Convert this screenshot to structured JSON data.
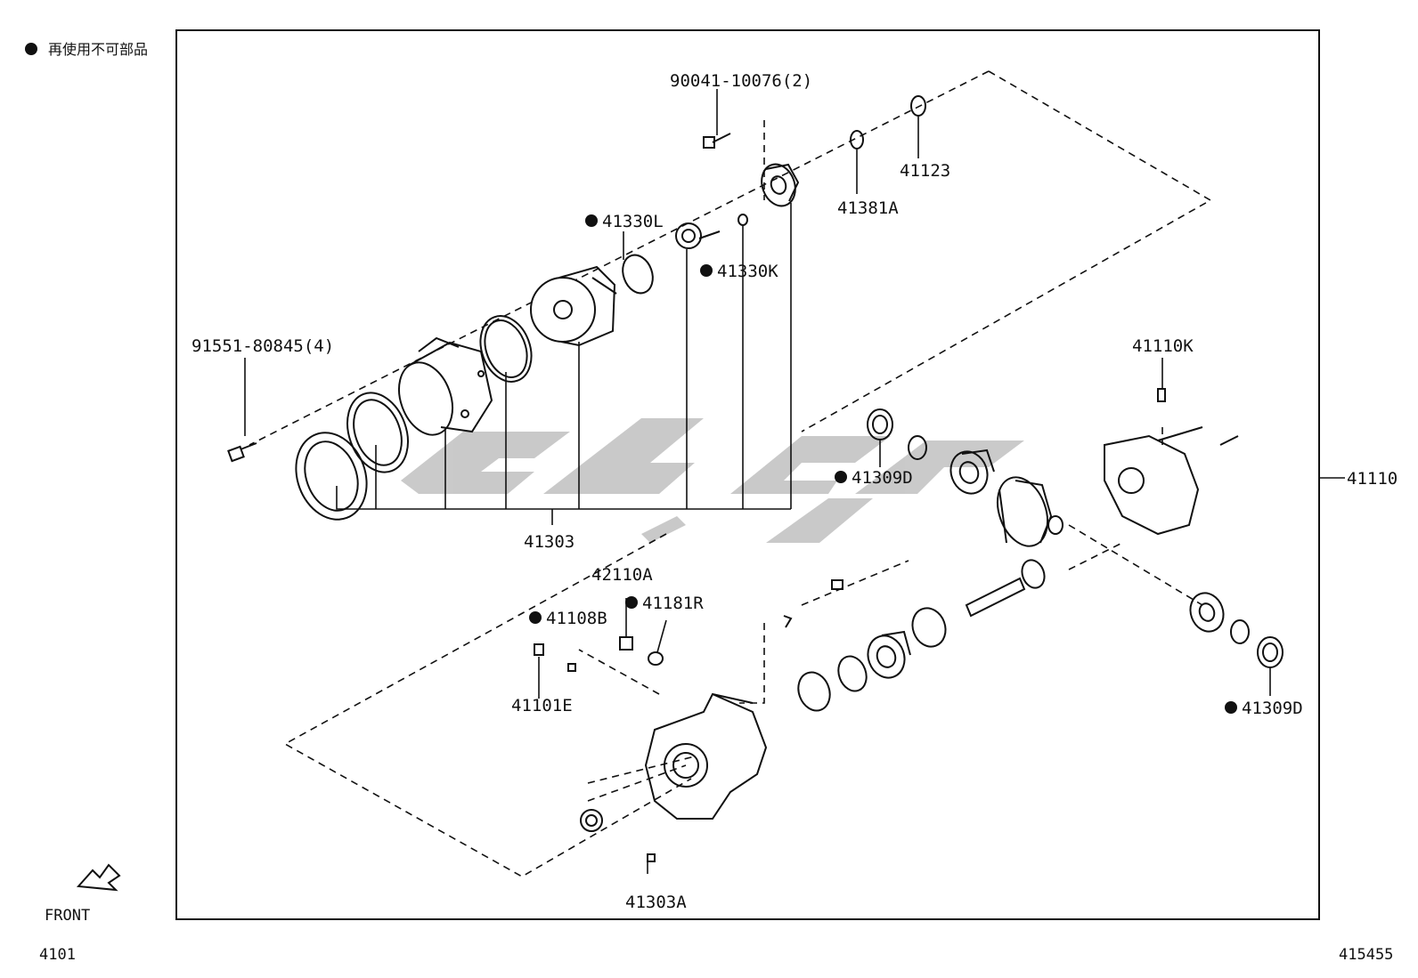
{
  "legend": {
    "bullet": "●",
    "text": "再使用不可部品"
  },
  "front_label": "FRONT",
  "page_code_left": "4101",
  "page_code_right": "415455",
  "labels": {
    "bolt_90041": "90041-10076(2)",
    "p41123": "41123",
    "p41381A": "41381A",
    "p41330L": "41330L",
    "p41330K": "41330K",
    "bolt_91551": "91551-80845(4)",
    "p41303": "41303",
    "p41110K": "41110K",
    "p41309D_top": "41309D",
    "p41110": "41110",
    "p42110A": "42110A",
    "p41181R": "41181R",
    "p41108B": "41108B",
    "p41101E": "41101E",
    "p41309D_bottom": "41309D",
    "p41303A": "41303A"
  }
}
